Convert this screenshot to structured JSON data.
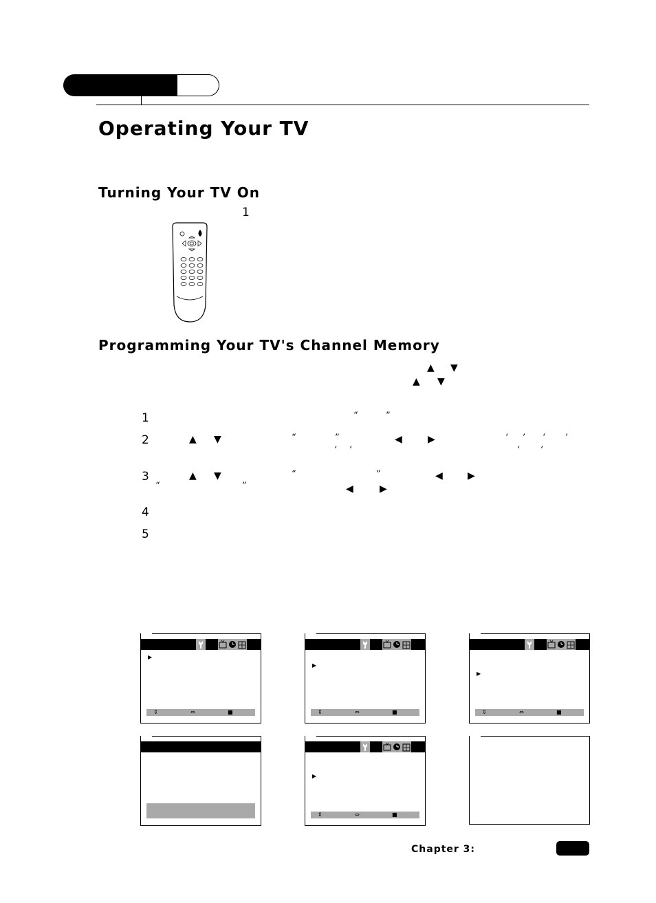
{
  "title": "Operating Your TV",
  "sections": {
    "turning_on": {
      "heading": "Turning Your TV On",
      "step": "1"
    },
    "programming": {
      "heading": "Programming Your TV's Channel Memory"
    }
  },
  "steps": [
    "1",
    "2",
    "3",
    "4",
    "5"
  ],
  "symbols": {
    "up": "▲",
    "down": "▼",
    "left": "◀",
    "right": "▶",
    "lquote": "“",
    "rquote": "”",
    "lsingle": "‘",
    "rsingle": "’"
  },
  "screen_icons": [
    "wrench-icon",
    "tv-icon",
    "clock-icon",
    "grid-icon"
  ],
  "footer": {
    "chapter": "Chapter 3:"
  }
}
